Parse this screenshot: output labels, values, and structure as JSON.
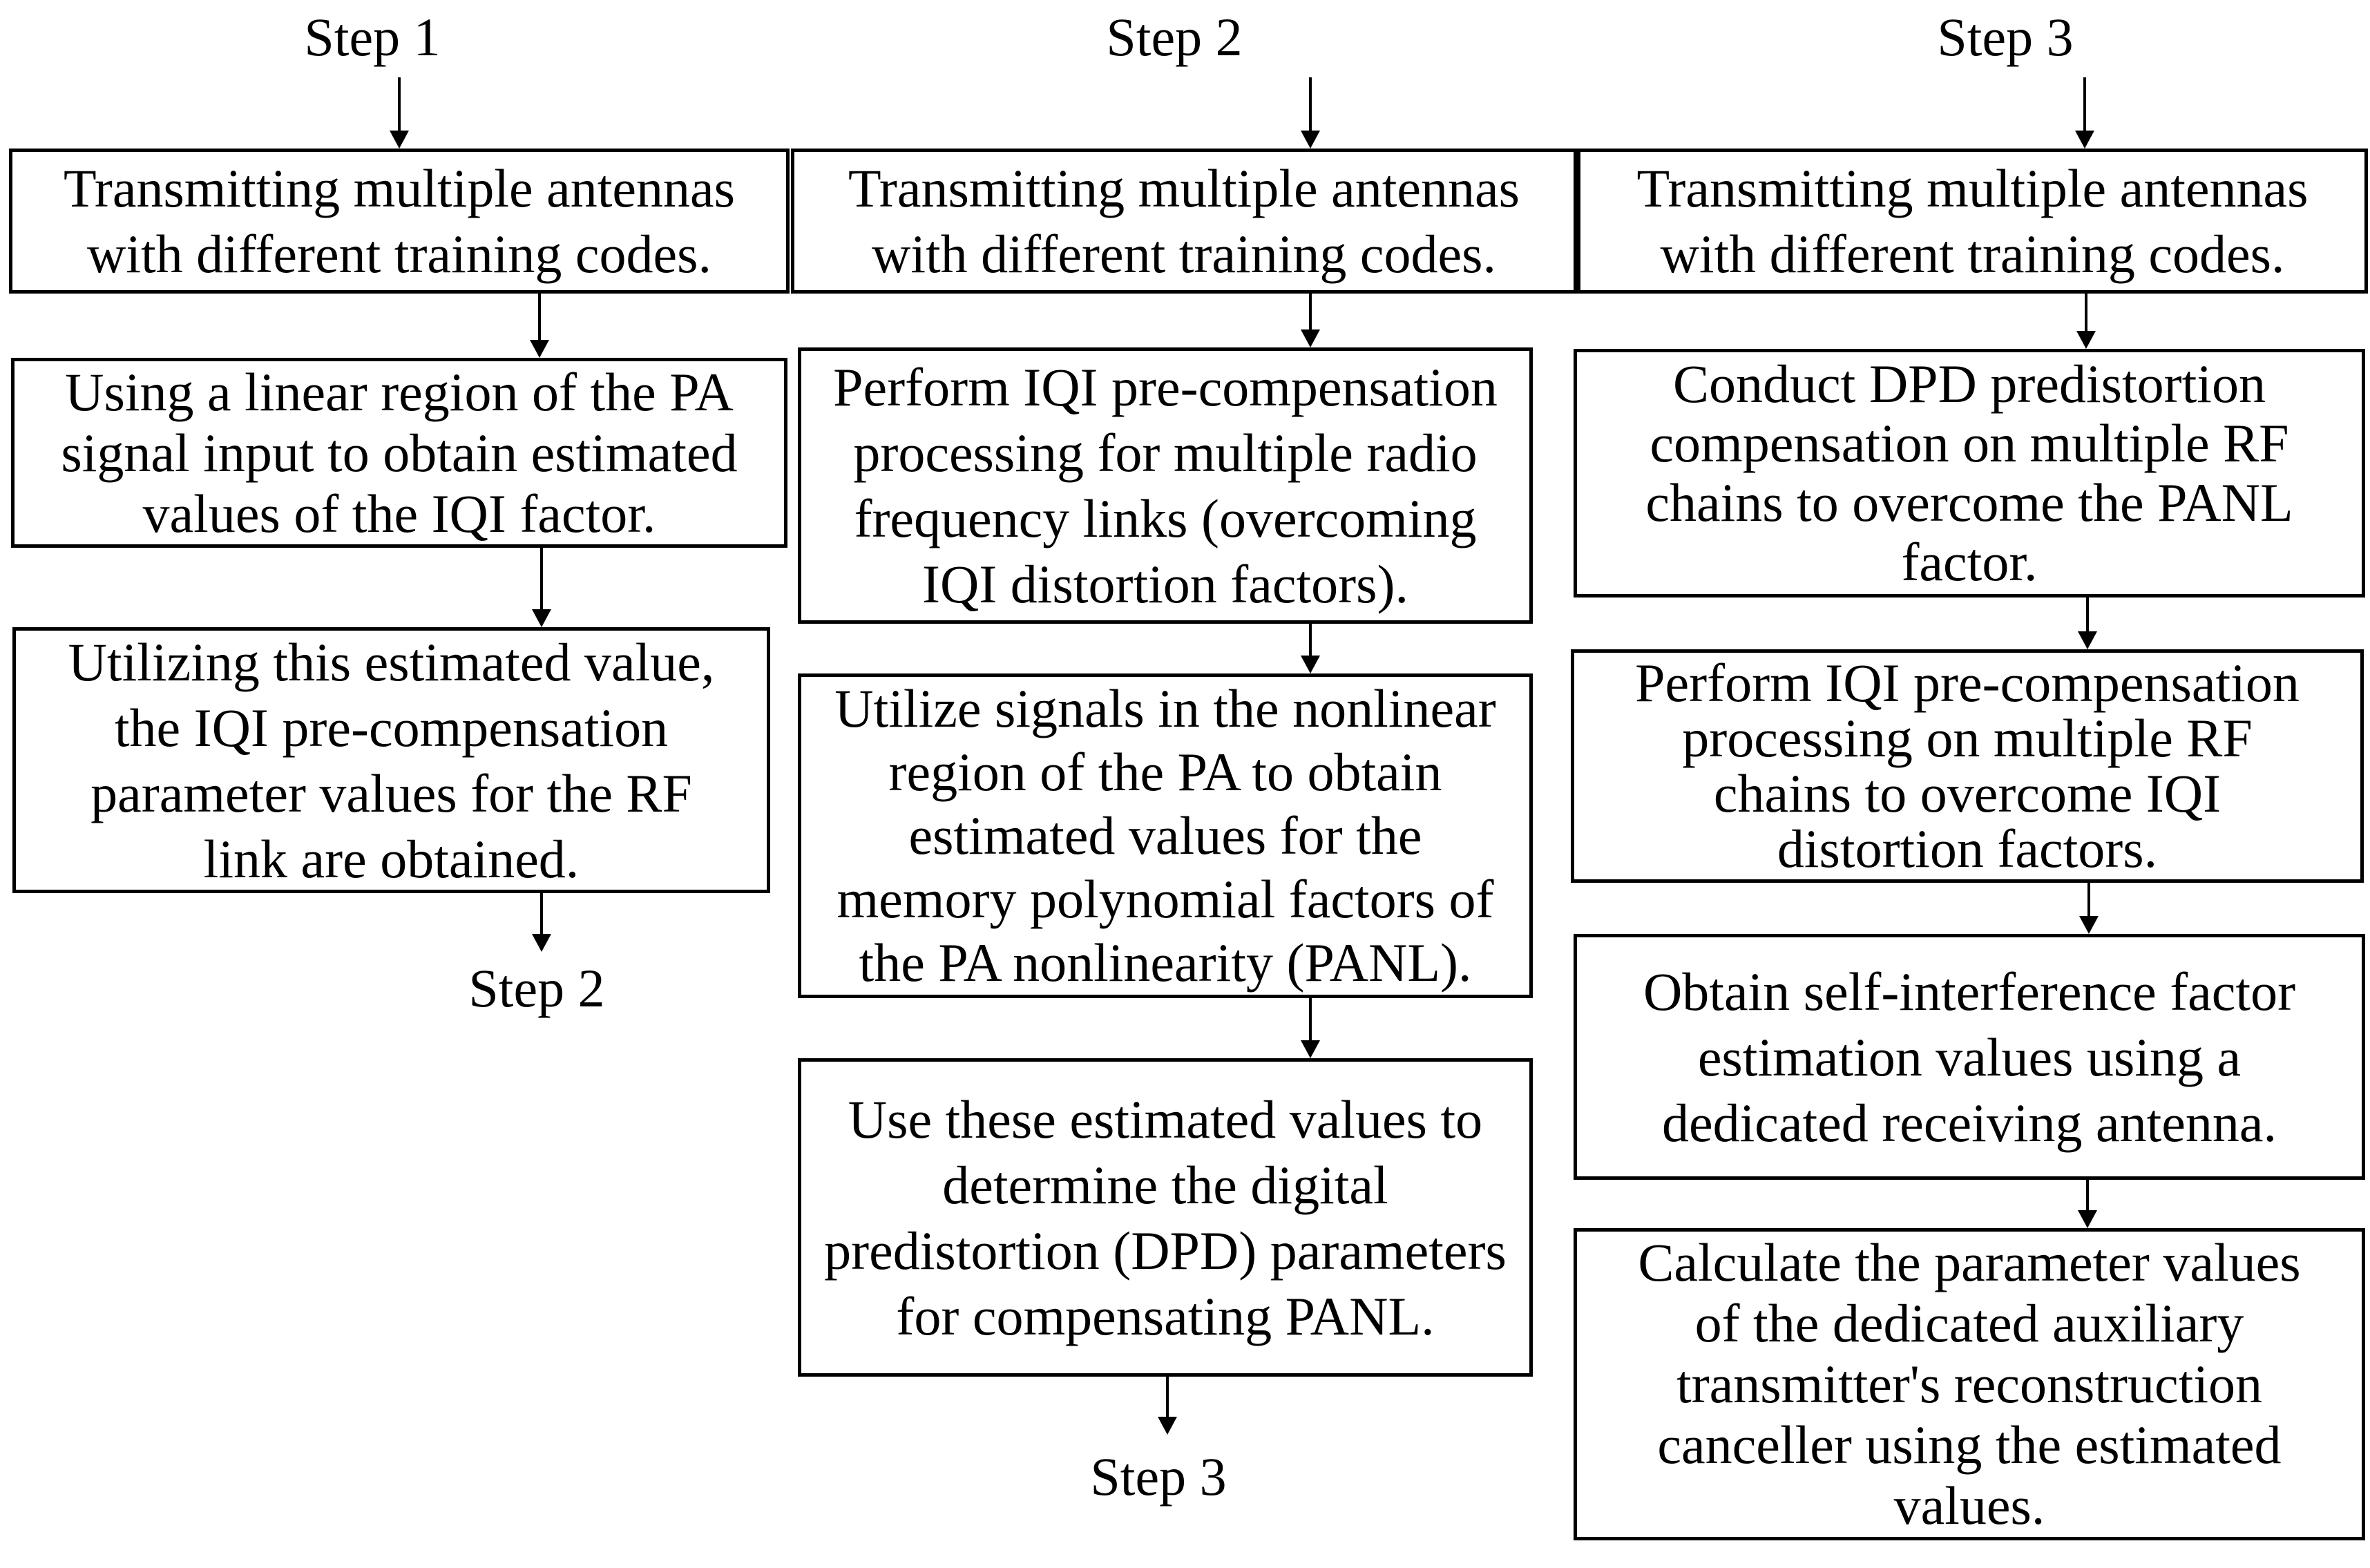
{
  "diagram": {
    "colors": {
      "background": "#ffffff",
      "box_border": "#000000",
      "text": "#000000"
    },
    "columns": [
      {
        "header": "Step 1",
        "boxes": [
          "Transmitting multiple antennas\nwith different training codes.",
          "Using a linear region of the PA\nsignal input to obtain estimated\nvalues of the IQI factor.",
          "Utilizing this estimated value,\nthe IQI pre-compensation\nparameter values for the RF\nlink are obtained."
        ],
        "footer": "Step 2"
      },
      {
        "header": "Step 2",
        "boxes": [
          "Transmitting multiple antennas\nwith different training codes.",
          "Perform IQI pre-compensation\nprocessing for multiple radio\nfrequency links (overcoming\nIQI distortion factors).",
          "Utilize signals in the nonlinear\nregion of the PA to obtain\nestimated values for the\nmemory polynomial factors of\nthe PA nonlinearity (PANL).",
          "Use these estimated values to\ndetermine the digital\npredistortion (DPD) parameters\nfor compensating PANL."
        ],
        "footer": "Step 3"
      },
      {
        "header": "Step 3",
        "boxes": [
          "Transmitting multiple antennas\nwith different training codes.",
          "Conduct DPD predistortion\ncompensation on multiple RF\nchains to overcome the PANL\nfactor.",
          "Perform IQI pre-compensation\nprocessing on multiple RF\nchains to overcome IQI\ndistortion factors.",
          "Obtain self-interference factor\nestimation values using a\ndedicated receiving antenna.",
          "Calculate the parameter values\nof the dedicated auxiliary\ntransmitter's reconstruction\ncanceller using the estimated\nvalues."
        ]
      }
    ]
  }
}
